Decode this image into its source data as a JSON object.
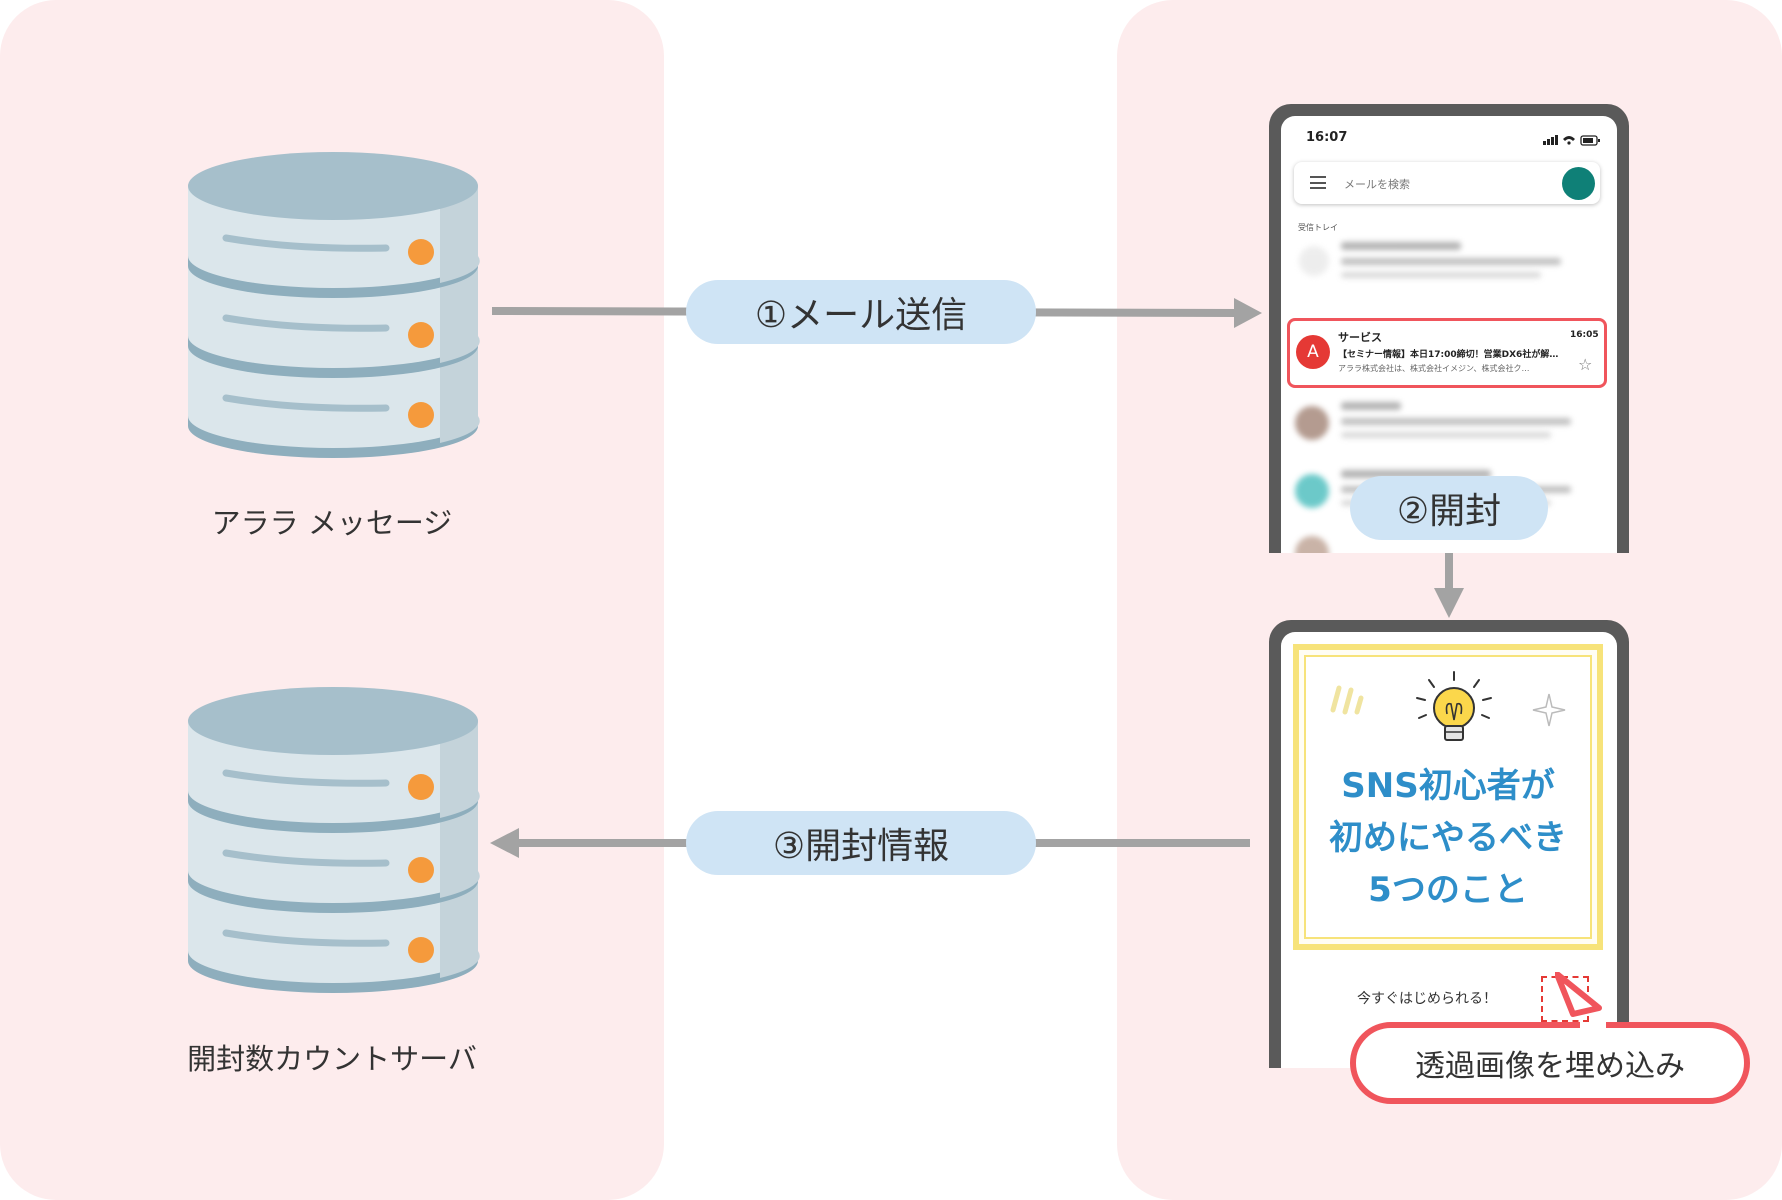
{
  "left_panel": {
    "top_server_label": "アララ メッセージ",
    "bottom_server_label": "開封数カウントサーバ"
  },
  "steps": {
    "send": "①メール送信",
    "open": "②開封",
    "open_info": "③開封情報"
  },
  "phone_inbox": {
    "time": "16:07",
    "search_placeholder": "メールを検索",
    "inbox_label": "受信トレイ",
    "highlighted_mail": {
      "avatar_letter": "A",
      "sender": "サービス",
      "time": "16:05",
      "subject": "【セミナー情報】本日17:00締切！営業DX6社が解…",
      "preview": "アララ株式会社は、株式会社イメジン、株式会社ク…"
    }
  },
  "phone_email": {
    "headline": [
      "SNS初心者が",
      "初めにやるべき",
      "5つのこと"
    ],
    "cta_text": "今すぐはじめられる！"
  },
  "callout": "透過画像を埋め込み",
  "colors": {
    "panel_bg": "#fdeced",
    "pill_bg": "#cfe4f5",
    "arrow": "#a3a3a3",
    "highlight_red": "#f0555c",
    "headline_blue": "#2e8ec9",
    "frame_yellow": "#f7e37a",
    "server_body": "#dbe6eb",
    "server_top": "#a6bfcb",
    "server_led": "#f59a3c"
  }
}
